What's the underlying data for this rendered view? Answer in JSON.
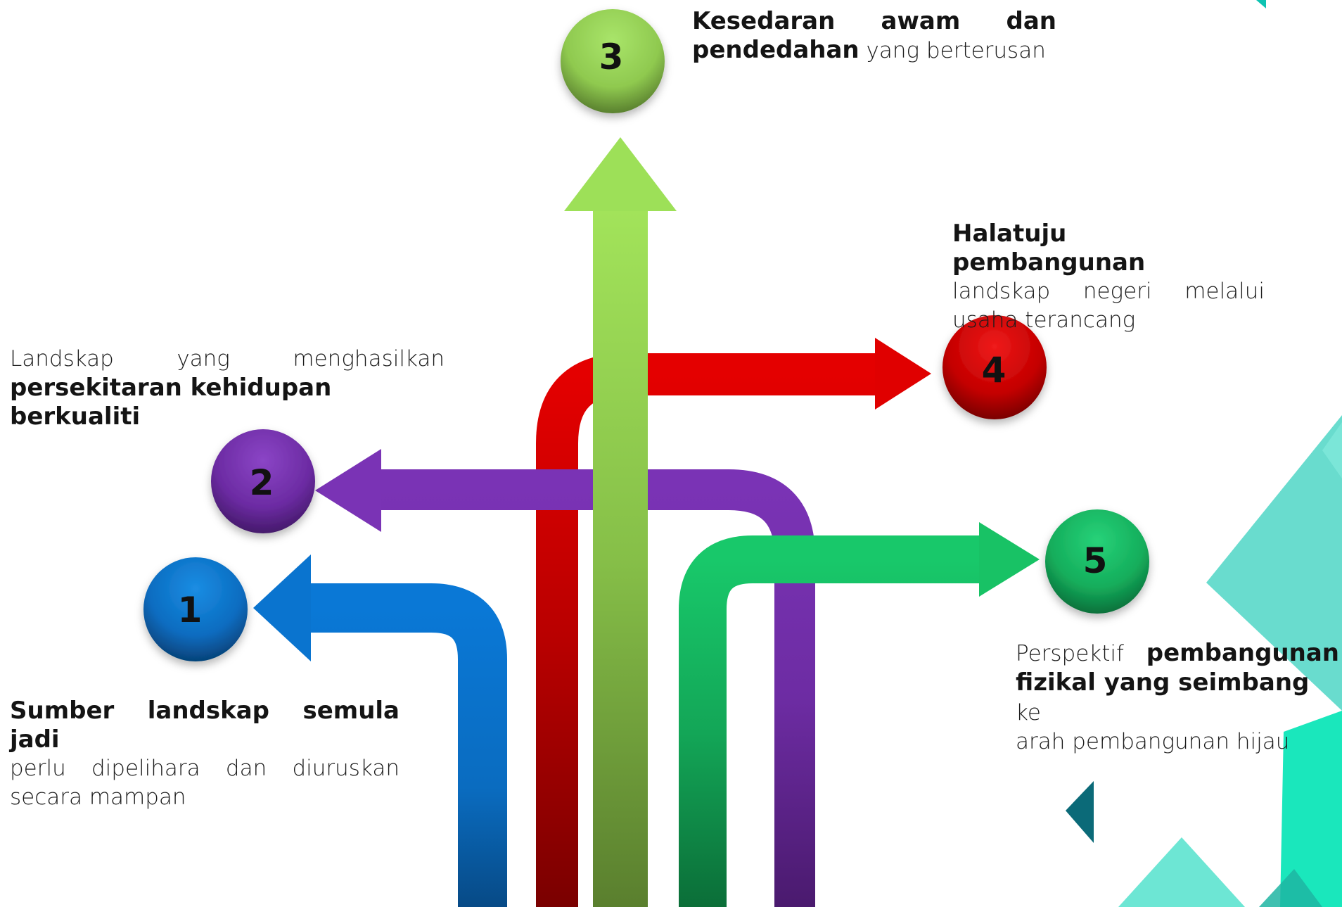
{
  "nodes": [
    {
      "number": "1",
      "color": "#0a74cf"
    },
    {
      "number": "2",
      "color": "#7a33b5"
    },
    {
      "number": "3",
      "color": "#96d64a"
    },
    {
      "number": "4",
      "color": "#d40000"
    },
    {
      "number": "5",
      "color": "#18c265"
    }
  ],
  "captions": {
    "c1": {
      "bold_line": "Sumber landskap semula jadi",
      "line2": "perlu dipelihara dan diuruskan",
      "line3": "secara mampan"
    },
    "c2": {
      "line1": "Landskap yang menghasilkan",
      "bold_line": "persekitaran kehidupan berkualiti"
    },
    "c3": {
      "bold_line1": "Kesedaran awam dan",
      "bold_part": "pendedahan",
      "light_part": " yang berterusan"
    },
    "c4": {
      "bold_line": "Halatuju pembangunan",
      "line2": "landskap negeri melalui",
      "line3": "usaha terancang"
    },
    "c5": {
      "light_part1": "Perspektif ",
      "bold_part1": "pembangunan",
      "bold_part2": "fizikal yang seimbang",
      "light_part2": " ke",
      "line3": "arah pembangunan hijau"
    }
  },
  "colors": {
    "blue": "#0a74cf",
    "purple": "#7a33b5",
    "green_light": "#9de058",
    "red": "#e00000",
    "green": "#18c265",
    "teal": "#2ad9c0"
  }
}
